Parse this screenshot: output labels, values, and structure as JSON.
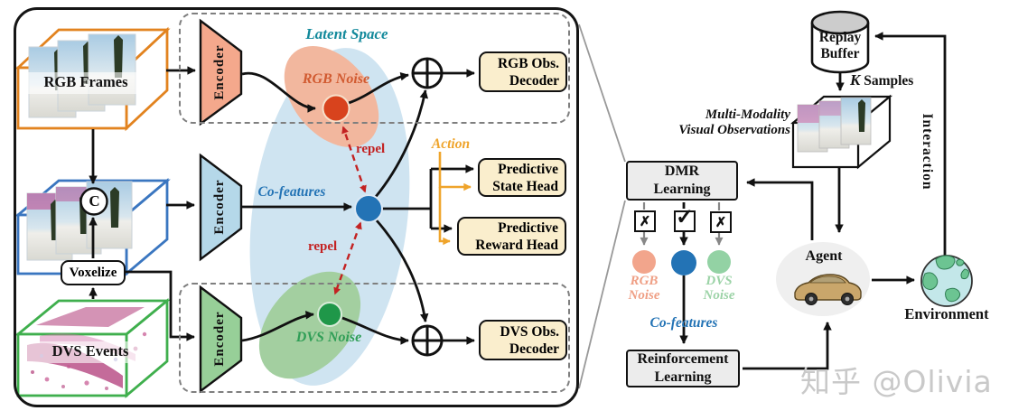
{
  "left_panel": {
    "rgb_frames_label": "RGB Frames",
    "dvs_events_label": "DVS Events",
    "voxelize_label": "Voxelize",
    "concat_symbol": "C",
    "encoder_rgb_label": "Encoder",
    "encoder_co_label": "Encoder",
    "encoder_dvs_label": "Encoder",
    "latent_space_label": "Latent Space",
    "rgb_noise_label": "RGB Noise",
    "co_features_label": "Co-features",
    "dvs_noise_label": "DVS Noise",
    "repel_top_label": "repel",
    "repel_bottom_label": "repel",
    "action_label": "Action",
    "rgb_decoder": {
      "line1": "RGB Obs.",
      "line2": "Decoder"
    },
    "dvs_decoder": {
      "line1": "DVS Obs.",
      "line2": "Decoder"
    },
    "state_head": {
      "line1": "Predictive",
      "line2": "State Head"
    },
    "reward_head": {
      "line1": "Predictive",
      "line2": "Reward Head"
    }
  },
  "right_panel": {
    "replay_buffer": {
      "line1": "Replay",
      "line2": "Buffer"
    },
    "k_symbol": "K",
    "samples_label": "Samples",
    "observations_label": {
      "line1": "Multi-Modality",
      "line2": "Visual Observations"
    },
    "dmr": {
      "line1": "DMR",
      "line2": "Learning"
    },
    "rgb_noise": {
      "line1": "RGB",
      "line2": "Noise"
    },
    "dvs_noise": {
      "line1": "DVS",
      "line2": "Noise"
    },
    "co_features_label": "Co-features",
    "reinforcement": {
      "line1": "Reinforcement",
      "line2": "Learning"
    },
    "agent_label": "Agent",
    "environment_label": "Environment",
    "interaction_label": "Interaction"
  },
  "icons": {
    "concat": "C",
    "add": "⊕",
    "reject_left": "✗",
    "accept": "✓",
    "reject_right": "✗"
  },
  "colors": {
    "rgb_box_edge": "#e2831f",
    "concat_box_edge": "#3a76c0",
    "dvs_box_edge": "#3faf4d",
    "encoder_rgb_fill": "#f4a88c",
    "encoder_co_fill": "#b5d8e9",
    "encoder_dvs_fill": "#97cf98",
    "latent_ellipse": "#cfe4f1",
    "rgb_noise_blob": "#f2b79e",
    "dvs_noise_blob": "#a3cfa0",
    "rgb_noise_dot": "#d8431d",
    "co_features_dot": "#2373b5",
    "dvs_noise_dot": "#1f9749",
    "latent_label": "#12899b",
    "rgb_noise_text": "#d15a30",
    "co_features_text": "#2373b5",
    "dvs_noise_text": "#2f9e56",
    "repel_text": "#c32222",
    "action_text": "#efa42b",
    "cream_box": "#faeecd",
    "gray_box": "#ececec"
  },
  "watermark": "知乎 @Olivia"
}
